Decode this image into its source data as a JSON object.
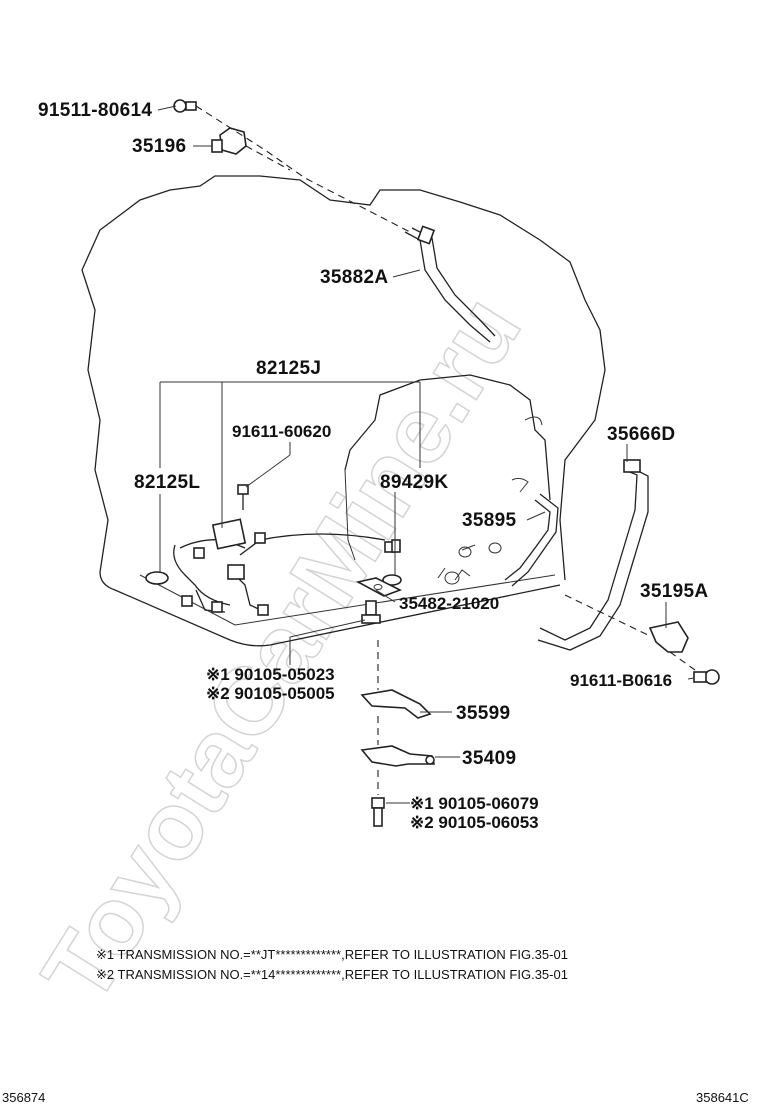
{
  "parts": {
    "p_91511_80614": "91511-80614",
    "p_35196": "35196",
    "p_35882A": "35882A",
    "p_82125J": "82125J",
    "p_91611_60620": "91611-60620",
    "p_82125L": "82125L",
    "p_89429K": "89429K",
    "p_35666D": "35666D",
    "p_35895": "35895",
    "p_35195A": "35195A",
    "p_35482_21020": "35482-21020",
    "p_91611_B0616": "91611-B0616",
    "p_90105_05023": "※1 90105-05023",
    "p_90105_05005": "※2 90105-05005",
    "p_35599": "35599",
    "p_35409": "35409",
    "p_90105_06079": "※1 90105-06079",
    "p_90105_06053": "※2 90105-06053"
  },
  "notes": [
    "※1 TRANSMISSION NO.=**JT*************,REFER TO ILLUSTRATION FIG.35-01",
    "※2 TRANSMISSION NO.=**14*************,REFER TO ILLUSTRATION FIG.35-01"
  ],
  "footer": {
    "left_code": "356874",
    "right_code": "358641C"
  },
  "watermark": "ToyotaCarMine.ru"
}
